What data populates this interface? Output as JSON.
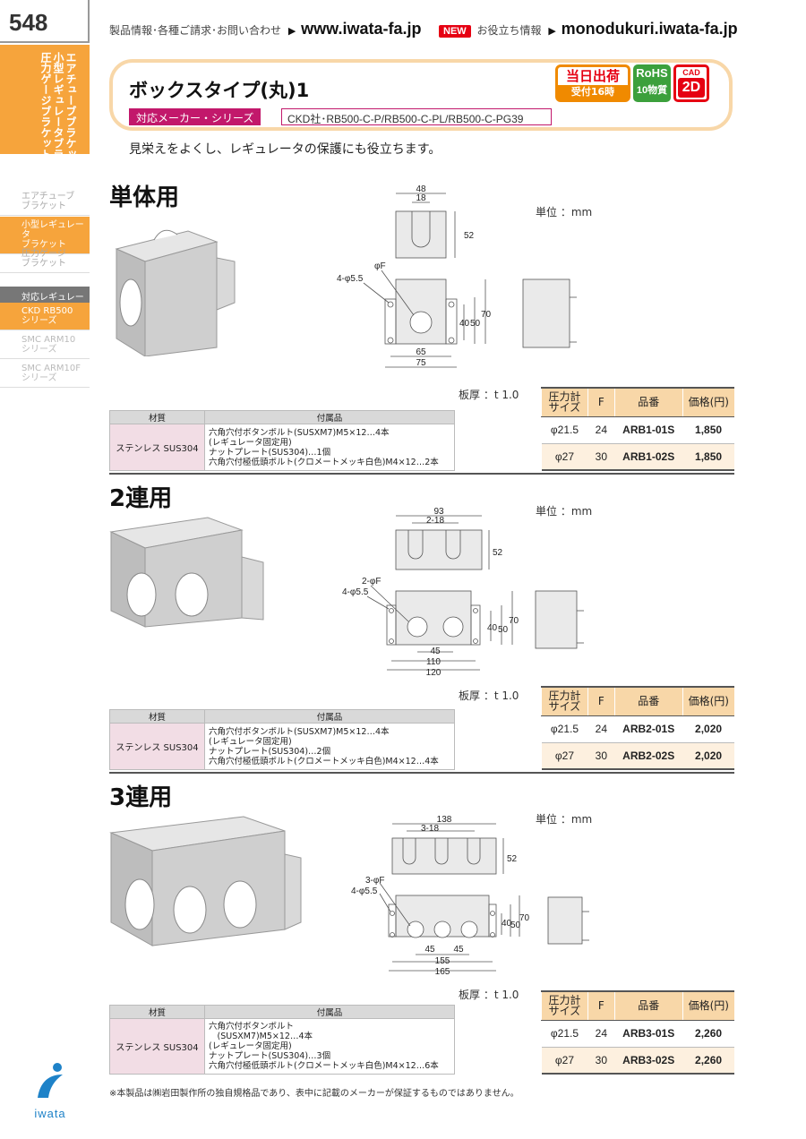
{
  "header": {
    "page_number": "548",
    "info_text": "製品情報･各種ご請求･お問い合わせ",
    "main_url": "www.iwata-fa.jp",
    "new_badge": "NEW",
    "useful_text": "お役立ち情報",
    "sub_url": "monodukuri.iwata-fa.jp"
  },
  "sidebar": {
    "category_lines": [
      "エアチューブブラケット",
      "小型レギュレータブラケット",
      "圧力ゲージブラケット"
    ],
    "items": [
      {
        "label": "エアチューブ\nブラケット",
        "active": false
      },
      {
        "label": "小型レギュレータ\nブラケット",
        "active": true
      },
      {
        "label": "圧力ゲージ\nブラケット",
        "active": false
      }
    ],
    "regulator_head": "対応レギュレータ",
    "regulators": [
      {
        "label": "CKD RB500\nシリーズ",
        "active": true
      },
      {
        "label": "SMC ARM10\nシリーズ",
        "active": false
      },
      {
        "label": "SMC ARM10F\nシリーズ",
        "active": false
      }
    ]
  },
  "product": {
    "title": "ボックスタイプ(丸)1",
    "maker_label": "対応メーカー・シリーズ",
    "maker_value": "CKD社･RB500-C-P/RB500-C-PL/RB500-C-PG39",
    "badge_same_day": {
      "line1": "当日出荷",
      "line2": "受付16時"
    },
    "badge_rohs": {
      "line1": "RoHS",
      "line2": "10物質"
    },
    "badge_cad": {
      "line1": "CAD",
      "line2": "2D"
    },
    "lead": "見栄えをよくし、レギュレータの保護にも役立ちます。"
  },
  "common": {
    "unit_text": "単位 ：mm",
    "thickness_text": "板厚 ：t 1.0",
    "mat_header_material": "材質",
    "mat_header_accessory": "付属品",
    "price_header_gauge": "圧力計\nサイズ",
    "price_header_f": "F",
    "price_header_part": "品番",
    "price_header_price": "価格(円)"
  },
  "sections": [
    {
      "title": "単体用",
      "material": "ステンレス SUS304",
      "accessories": [
        "六角穴付ボタンボルト(SUSXM7)M5×12…4本",
        "(レギュレータ固定用)",
        "ナットプレート(SUS304)…1個",
        "六角穴付極低頭ボルト(クロメートメッキ白色)M4×12…2本"
      ],
      "dims": {
        "top_w": "48",
        "top_pitch": "18",
        "top_h": "52",
        "holes": "4-φ5.5",
        "phi": "φF",
        "h1": "40",
        "h2": "50",
        "h3": "70",
        "w1": "65",
        "w2": "75"
      },
      "rows": [
        {
          "size": "φ21.5",
          "f": "24",
          "part": "ARB1-01S",
          "price": "1,850"
        },
        {
          "size": "φ27",
          "f": "30",
          "part": "ARB1-02S",
          "price": "1,850"
        }
      ]
    },
    {
      "title": "2連用",
      "material": "ステンレス SUS304",
      "accessories": [
        "六角穴付ボタンボルト(SUSXM7)M5×12…4本",
        "(レギュレータ固定用)",
        "ナットプレート(SUS304)…2個",
        "六角穴付極低頭ボルト(クロメートメッキ白色)M4×12…4本"
      ],
      "dims": {
        "top_w": "93",
        "top_pitch": "2-18",
        "top_h": "52",
        "holes": "4-φ5.5",
        "phi": "2-φF",
        "h1": "40",
        "h2": "50",
        "h3": "70",
        "w0": "45",
        "w1": "110",
        "w2": "120"
      },
      "rows": [
        {
          "size": "φ21.5",
          "f": "24",
          "part": "ARB2-01S",
          "price": "2,020"
        },
        {
          "size": "φ27",
          "f": "30",
          "part": "ARB2-02S",
          "price": "2,020"
        }
      ]
    },
    {
      "title": "3連用",
      "material": "ステンレス SUS304",
      "accessories": [
        "六角穴付ボタンボルト",
        "　(SUSXM7)M5×12…4本",
        "(レギュレータ固定用)",
        "ナットプレート(SUS304)…3個",
        "六角穴付極低頭ボルト(クロメートメッキ白色)M4×12…6本"
      ],
      "dims": {
        "top_w": "138",
        "top_pitch": "3-18",
        "top_h": "52",
        "holes": "4-φ5.5",
        "phi": "3-φF",
        "h1": "40",
        "h2": "50",
        "h3": "70",
        "w0a": "45",
        "w0b": "45",
        "w1": "155",
        "w2": "165"
      },
      "rows": [
        {
          "size": "φ21.5",
          "f": "24",
          "part": "ARB3-01S",
          "price": "2,260"
        },
        {
          "size": "φ27",
          "f": "30",
          "part": "ARB3-02S",
          "price": "2,260"
        }
      ]
    }
  ],
  "footer": {
    "note": "※本製品は㈱岩田製作所の独自規格品であり、表中に記載のメーカーが保証するものではありません。",
    "logo_word": "iwata"
  },
  "colors": {
    "orange": "#f6a43c",
    "magenta": "#c2186b",
    "peach": "#f8d7a8",
    "rohs_green": "#3ca03c",
    "cad_red": "#e60012"
  }
}
